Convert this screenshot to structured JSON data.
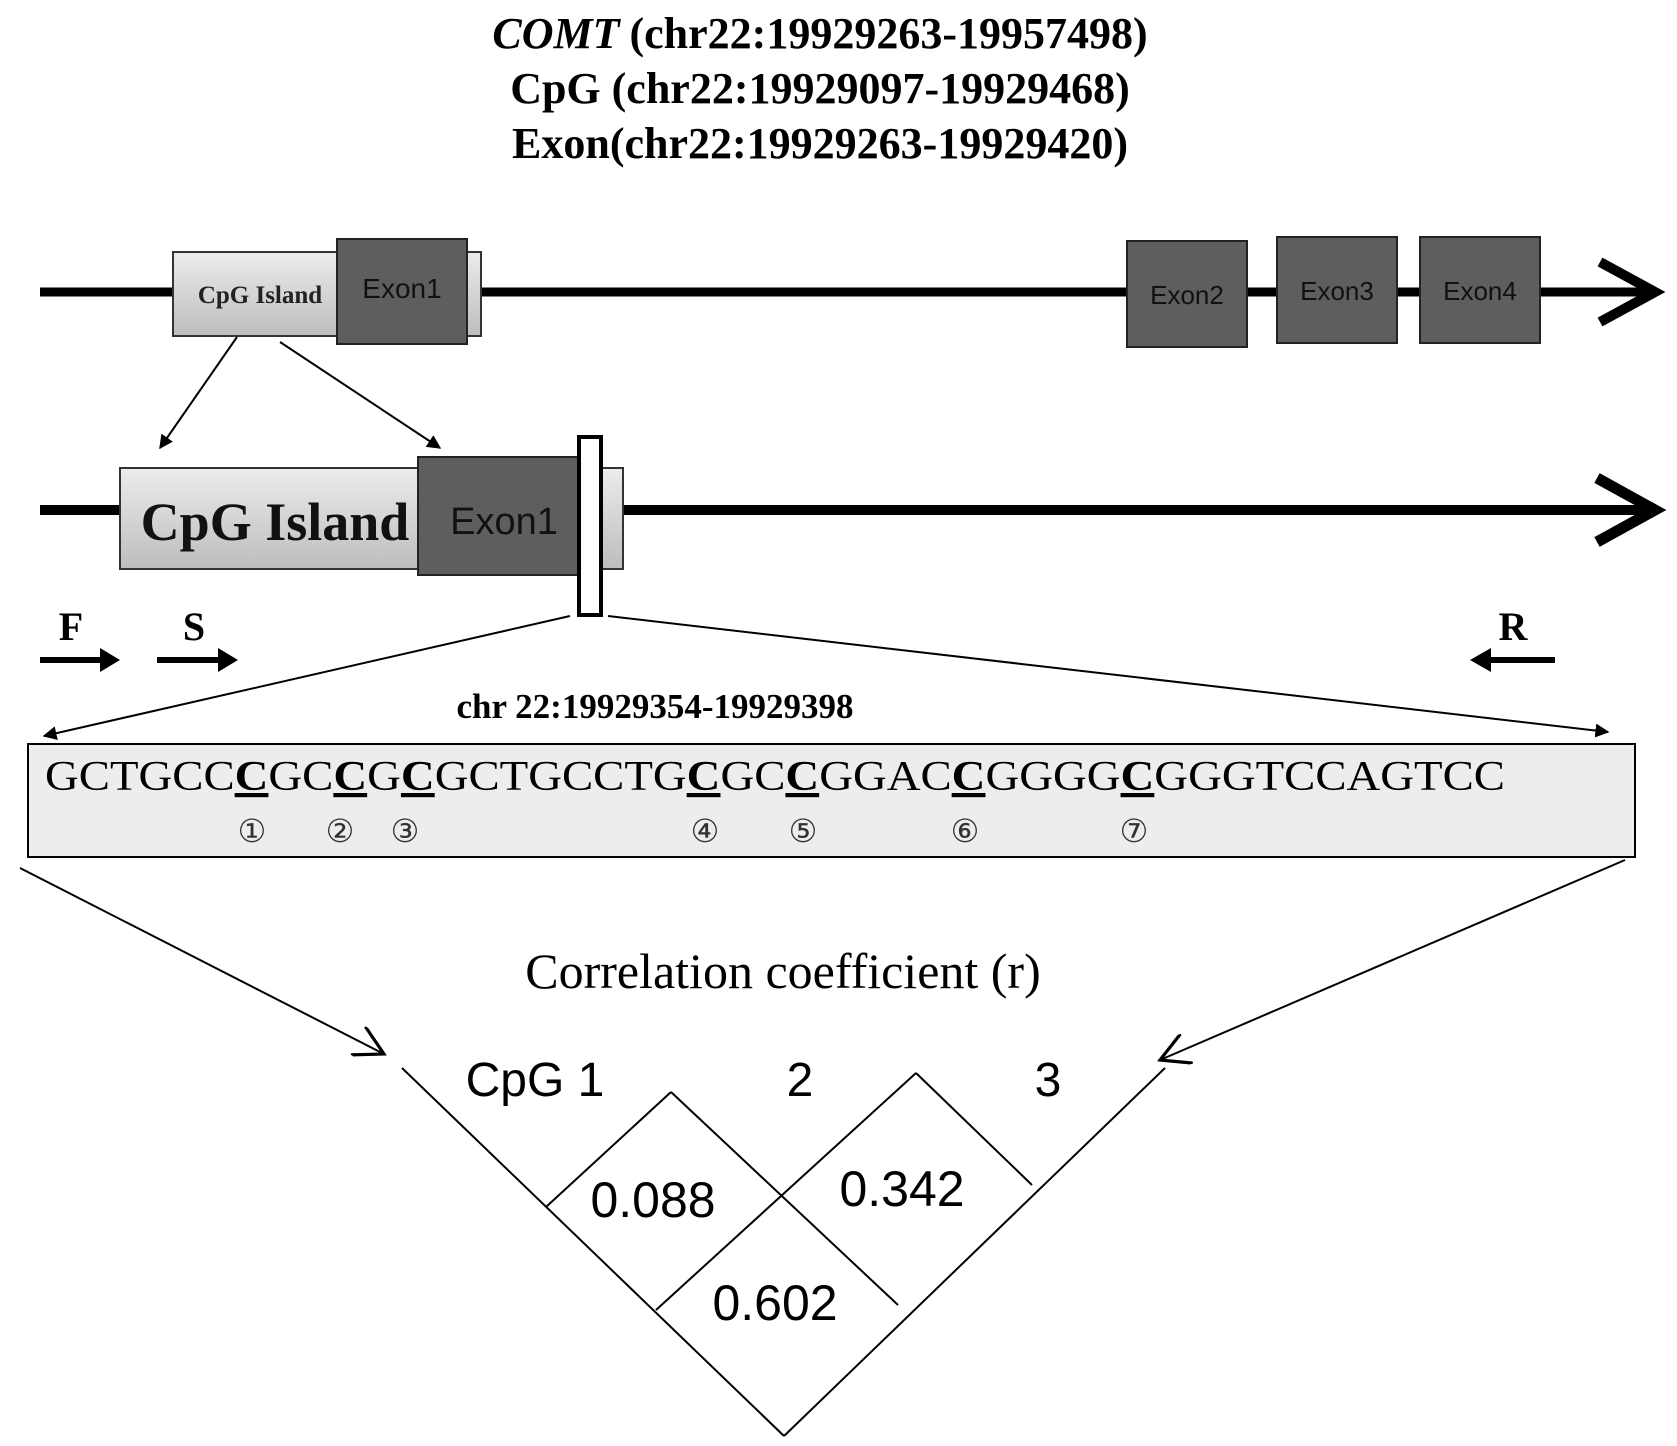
{
  "header": {
    "line1_gene": "COMT",
    "line1_coords": "(chr22:19929263-19957498)",
    "line2": "CpG  (chr22:19929097-19929468)",
    "line3": "Exon(chr22:19929263-19929420)"
  },
  "gene_track": {
    "cpg_label": "CpG Island",
    "exons": [
      "Exon1",
      "Exon2",
      "Exon3",
      "Exon4"
    ]
  },
  "zoom_track": {
    "cpg_label": "CpG Island",
    "exon_label": "Exon1"
  },
  "primers": {
    "forward": "F",
    "sequencing": "S",
    "reverse": "R"
  },
  "sequence": {
    "coords": "chr 22:19929354-19929398",
    "parts": [
      "GCTGCC",
      "C",
      "GC",
      "C",
      "G",
      "C",
      "GCTGCCTG",
      "C",
      "GC",
      "C",
      "GGAC",
      "C",
      "GGGG",
      "C",
      "GGGTCCAGTCC"
    ],
    "site_markers": [
      "①",
      "②",
      "③",
      "④",
      "⑤",
      "⑥",
      "⑦"
    ]
  },
  "correlation": {
    "title": "Correlation coefficient (r)",
    "labels": [
      "CpG 1",
      "2",
      "3"
    ],
    "values": {
      "r12": "0.088",
      "r23": "0.342",
      "r13": "0.602"
    }
  },
  "colors": {
    "cpg_fill": "#d4d4d4",
    "exon_fill": "#5e5e5e",
    "sequence_bg": "#ededed",
    "line": "#000000"
  }
}
